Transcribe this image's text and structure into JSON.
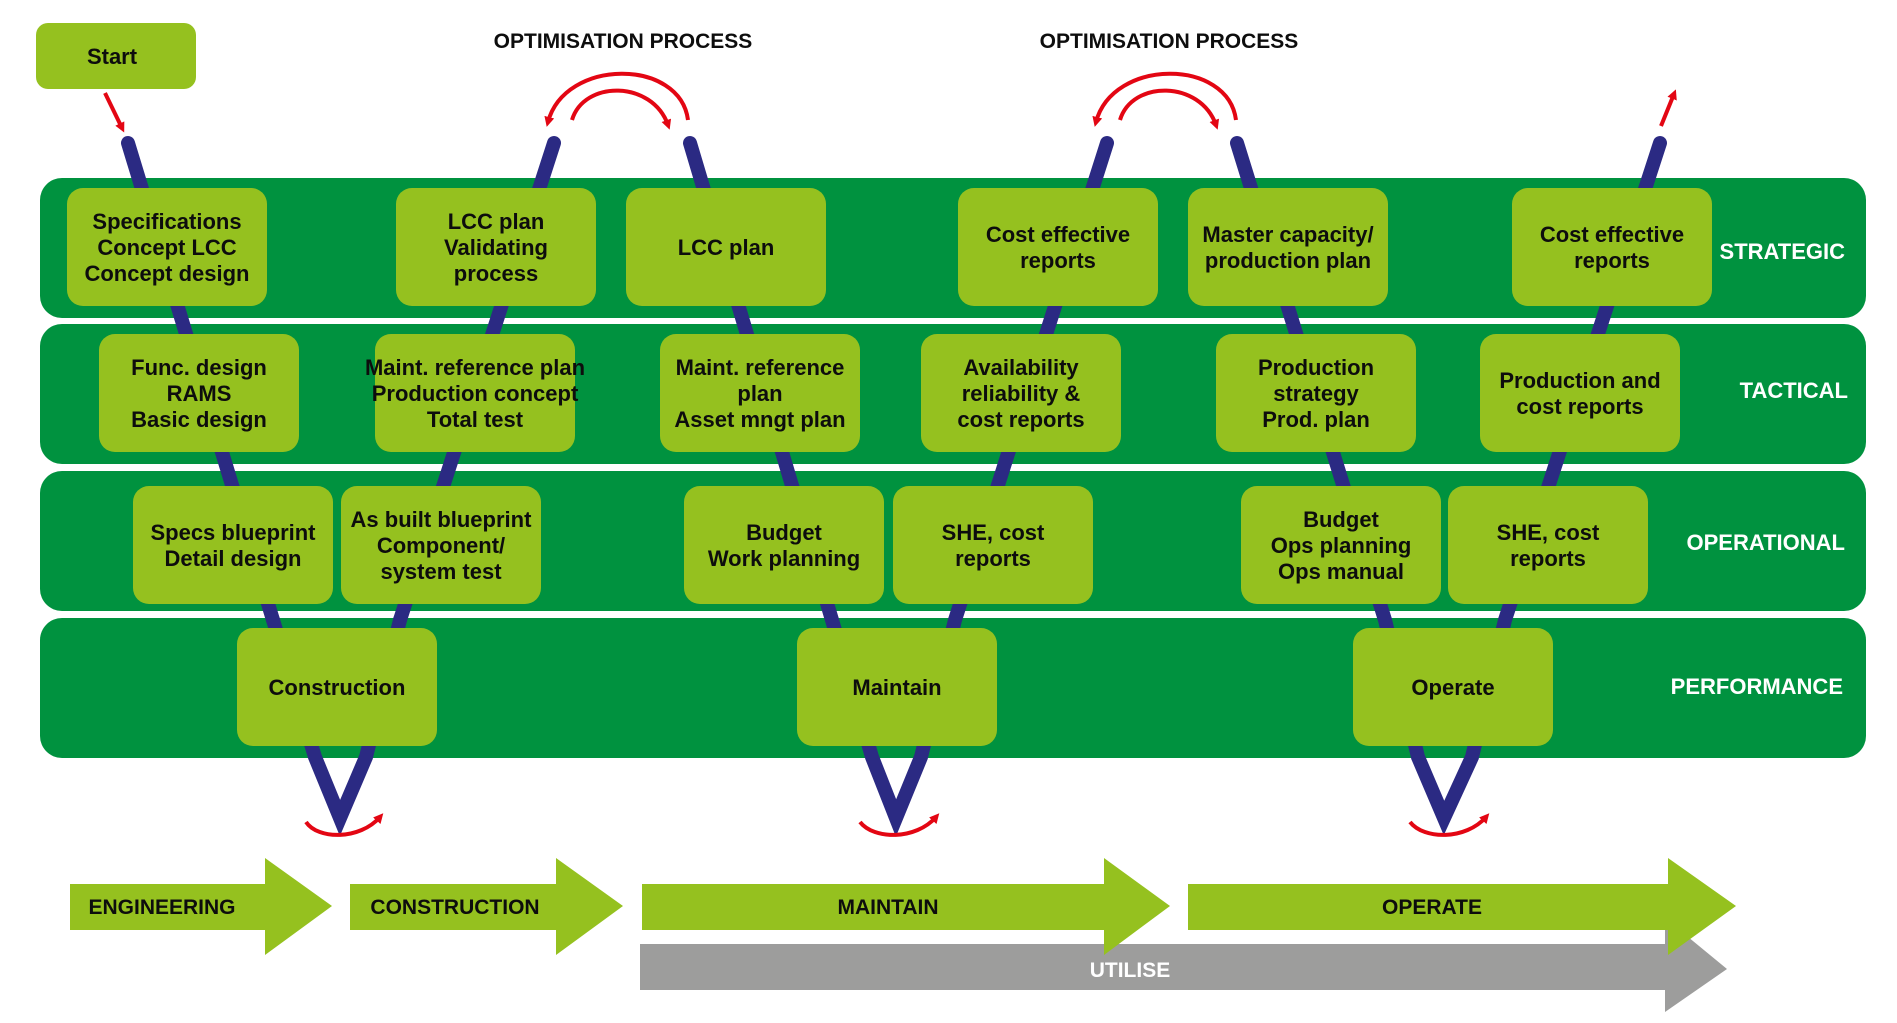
{
  "start_label": "Start",
  "optimisation_labels": [
    "OPTIMISATION PROCESS",
    "OPTIMISATION PROCESS"
  ],
  "bands": [
    {
      "label": "STRATEGIC"
    },
    {
      "label": "TACTICAL"
    },
    {
      "label": "OPERATIONAL"
    },
    {
      "label": "PERFORMANCE"
    }
  ],
  "boxes": {
    "strategic": [
      [
        "Specifications",
        "Concept LCC",
        "Concept design"
      ],
      [
        "LCC plan",
        "Validating",
        "process"
      ],
      [
        "LCC plan"
      ],
      [
        "Cost effective",
        "reports"
      ],
      [
        "Master capacity/",
        "production plan"
      ],
      [
        "Cost effective",
        "reports"
      ]
    ],
    "tactical": [
      [
        "Func. design",
        "RAMS",
        "Basic design"
      ],
      [
        "Maint. reference plan",
        "Production concept",
        "Total test"
      ],
      [
        "Maint. reference",
        "plan",
        "Asset mngt plan"
      ],
      [
        "Availability",
        "reliability &",
        "cost reports"
      ],
      [
        "Production",
        "strategy",
        "Prod. plan"
      ],
      [
        "Production and",
        "cost reports"
      ]
    ],
    "operational": [
      [
        "Specs blueprint",
        "Detail design"
      ],
      [
        "As built blueprint",
        "Component/",
        "system test"
      ],
      [
        "Budget",
        "Work planning"
      ],
      [
        "SHE, cost",
        "reports"
      ],
      [
        "Budget",
        "Ops planning",
        "Ops manual"
      ],
      [
        "SHE, cost",
        "reports"
      ]
    ],
    "performance": [
      [
        "Construction"
      ],
      [
        "Maintain"
      ],
      [
        "Operate"
      ]
    ]
  },
  "phase_arrows": [
    "ENGINEERING",
    "CONSTRUCTION",
    "MAINTAIN",
    "OPERATE"
  ],
  "utilise_label": "UTILISE",
  "colors": {
    "band": "#00923f",
    "box": "#95c11f",
    "line": "#2b2a83",
    "red": "#e30613",
    "grey": "#9d9d9c"
  }
}
